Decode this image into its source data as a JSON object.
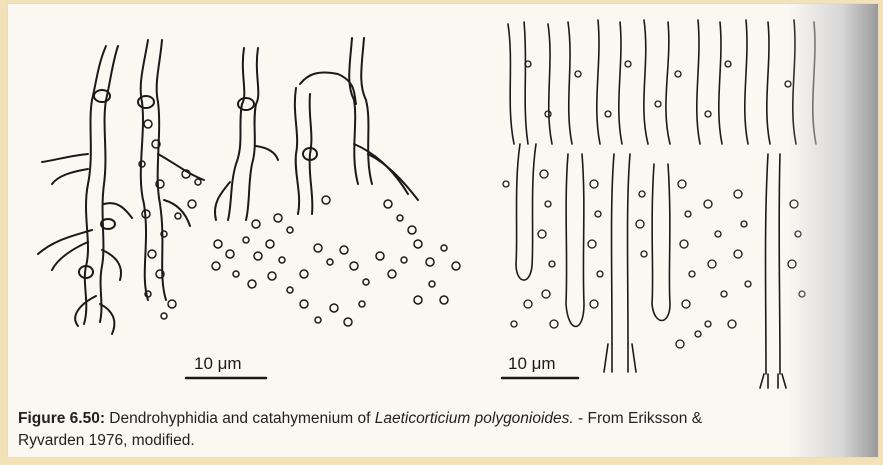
{
  "figure": {
    "left_panel": {
      "scale_label": "10 μm",
      "subject": "dendrohyphidia"
    },
    "right_panel": {
      "scale_label": "10 μm",
      "subject": "catahymenium"
    }
  },
  "caption": {
    "label": "Figure 6.50:",
    "text_before": " Dendrohyphidia and catahymenium of ",
    "species": "Laeticorticium polygonioides.",
    "text_after": " - From Eriksson &",
    "line2": "Ryvarden 1976, modified."
  }
}
